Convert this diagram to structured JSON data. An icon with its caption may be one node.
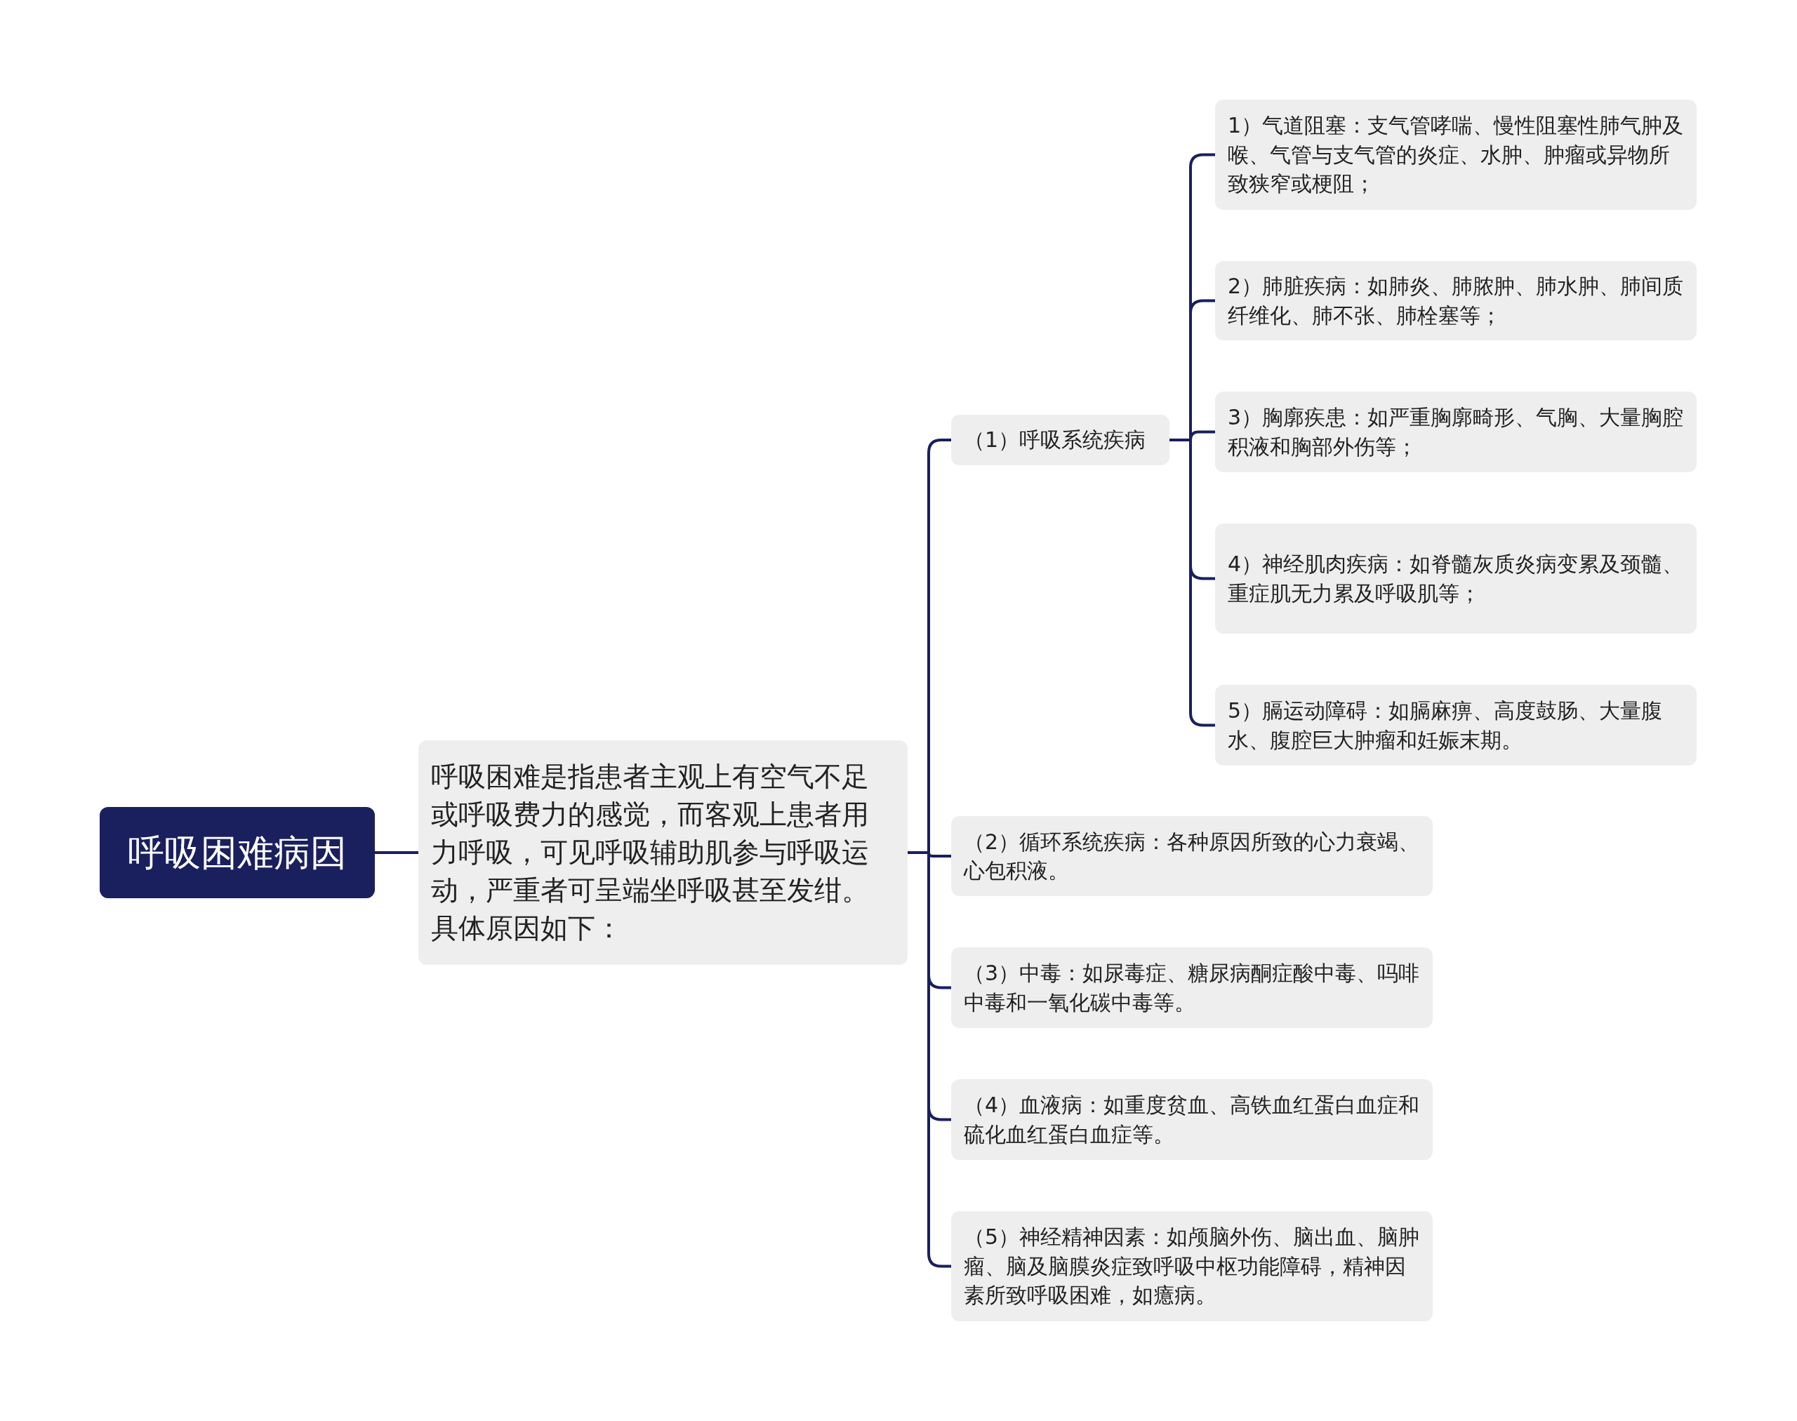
{
  "diagram": {
    "nodes": [
      {
        "text": [
          "呼吸困难病因"
        ]
      },
      {
        "text": [
          "呼吸困难是指患者主观上有空气不足或呼吸费力的感觉，而客观上患者用力呼吸，可见呼吸辅助肌参与呼吸运动，严重者可呈端坐呼吸甚至发绀。具体原因如下："
        ]
      },
      {
        "text": [
          "（1）呼吸系统疾病"
        ]
      },
      {
        "text": [
          "1）气道阻塞：支气管哮喘、慢性阻塞性肺气肿及喉、气管与支气管的炎症、水肿、肿瘤或异物所致狭窄或梗阻；"
        ]
      },
      {
        "text": [
          "2）肺脏疾病：如肺炎、肺脓肿、肺水肿、肺间质纤维化、肺不张、肺栓塞等；"
        ]
      },
      {
        "text": [
          "3）胸廓疾患：如严重胸廓畸形、气胸、大量胸腔积液和胸部外伤等；"
        ]
      },
      {
        "text": [
          "4）神经肌肉疾病：如脊髓灰质炎病变累及颈髓、重症肌无力累及呼吸肌等；"
        ]
      },
      {
        "text": [
          "5）膈运动障碍：如膈麻痹、高度鼓肠、大量腹水、腹腔巨大肿瘤和妊娠末期。"
        ]
      },
      {
        "text": [
          "（2）循环系统疾病：各种原因所致的心力衰竭、心包积液。"
        ]
      },
      {
        "text": [
          "（3）中毒：如尿毒症、糖尿病酮症酸中毒、吗啡中毒和一氧化碳中毒等。"
        ]
      },
      {
        "text": [
          "（4）血液病：如重度贫血、高铁血红蛋白血症和硫化血红蛋白血症等。"
        ]
      },
      {
        "text": [
          "（5）神经精神因素：如颅脑外伤、脑出血、脑肿瘤、脑及脑膜炎症致呼吸中枢功能障碍，精神因素所致呼吸困难，如癔病。"
        ]
      }
    ],
    "edges": [
      {
        "from": 0,
        "to": 1,
        "arrow": "none"
      },
      {
        "from": 1,
        "to": 2,
        "arrow": "none"
      },
      {
        "from": 2,
        "to": 3,
        "arrow": "none"
      },
      {
        "from": 2,
        "to": 4,
        "arrow": "none"
      },
      {
        "from": 2,
        "to": 5,
        "arrow": "none"
      },
      {
        "from": 2,
        "to": 6,
        "arrow": "none"
      },
      {
        "from": 2,
        "to": 7,
        "arrow": "none"
      },
      {
        "from": 1,
        "to": 8,
        "arrow": "none"
      },
      {
        "from": 1,
        "to": 9,
        "arrow": "none"
      },
      {
        "from": 1,
        "to": 10,
        "arrow": "none"
      },
      {
        "from": 1,
        "to": 11,
        "arrow": "none"
      }
    ]
  }
}
